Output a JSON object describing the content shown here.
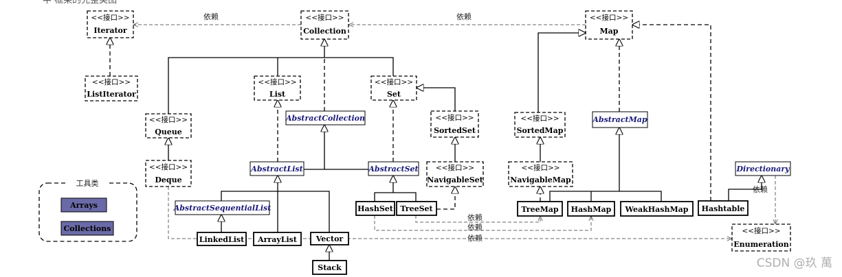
{
  "header": {
    "fragment": "中 框架的完整类图"
  },
  "stereotype": "<<接口>>",
  "dependency_label": "依赖",
  "nodes": {
    "iterator": {
      "name": "Iterator"
    },
    "collection": {
      "name": "Collection"
    },
    "map": {
      "name": "Map"
    },
    "list_iterator": {
      "name": "ListIterator"
    },
    "list": {
      "name": "List"
    },
    "set": {
      "name": "Set"
    },
    "queue": {
      "name": "Queue"
    },
    "abstract_collection": {
      "name": "AbstractCollection"
    },
    "sorted_set": {
      "name": "SortedSet"
    },
    "sorted_map": {
      "name": "SortedMap"
    },
    "abstract_map": {
      "name": "AbstractMap"
    },
    "deque": {
      "name": "Deque"
    },
    "abstract_list": {
      "name": "AbstractList"
    },
    "abstract_set": {
      "name": "AbstractSet"
    },
    "navigable_set": {
      "name": "NavigableSet"
    },
    "navigable_map": {
      "name": "NavigableMap"
    },
    "directionary": {
      "name": "Directionary"
    },
    "abstract_sequential_list": {
      "name": "AbstractSequentialList"
    },
    "hash_set": {
      "name": "HashSet"
    },
    "tree_set": {
      "name": "TreeSet"
    },
    "tree_map": {
      "name": "TreeMap"
    },
    "hash_map": {
      "name": "HashMap"
    },
    "weak_hash_map": {
      "name": "WeakHashMap"
    },
    "hashtable": {
      "name": "Hashtable"
    },
    "linked_list": {
      "name": "LinkedList"
    },
    "array_list": {
      "name": "ArrayList"
    },
    "vector": {
      "name": "Vector"
    },
    "enumeration": {
      "name": "Enumeration"
    },
    "stack": {
      "name": "Stack"
    }
  },
  "tools": {
    "title": "工具类",
    "items": [
      "Arrays",
      "Collections"
    ],
    "fill_color": "#6a6aa8"
  },
  "watermark": "CSDN @玖 萬",
  "colors": {
    "line": "#000000",
    "abstract_text": "#1a1a7a"
  }
}
